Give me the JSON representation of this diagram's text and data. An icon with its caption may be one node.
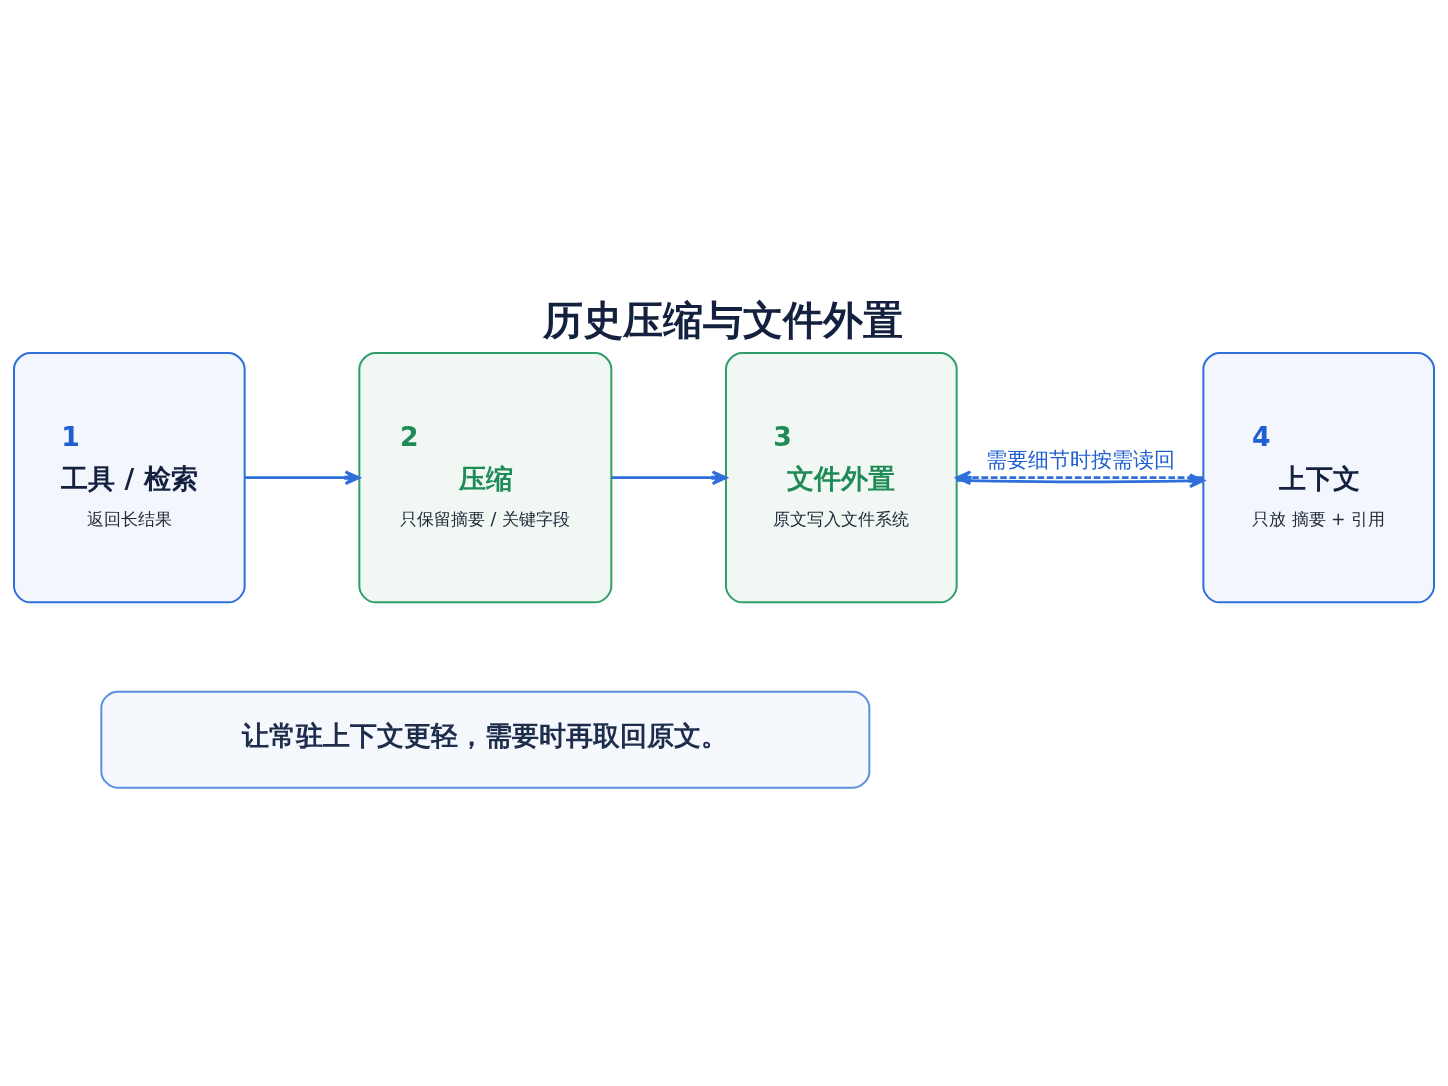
{
  "diagram": {
    "title": "历史压缩与文件外置",
    "nodes": [
      {
        "text": [
          "1",
          "工具 / 检索",
          "返回长结果"
        ]
      },
      {
        "text": [
          "2",
          "压缩",
          "只保留摘要 / 关键字段"
        ]
      },
      {
        "text": [
          "3",
          "文件外置",
          "原文写入文件系统"
        ]
      },
      {
        "text": [
          "4",
          "上下文",
          "只放 摘要 + 引用"
        ]
      },
      {
        "text": [
          "让常驻上下文更轻，需要时再取回原文。"
        ]
      }
    ],
    "edges": [
      {
        "from": 0,
        "to": 1,
        "arrow": "to"
      },
      {
        "from": 1,
        "to": 2,
        "arrow": "to"
      },
      {
        "from": 2,
        "to": 3,
        "arrow": "to"
      },
      {
        "from": 3,
        "to": 2,
        "arrow": "to",
        "style": "dashed",
        "label": "需要细节时按需读回"
      }
    ]
  }
}
